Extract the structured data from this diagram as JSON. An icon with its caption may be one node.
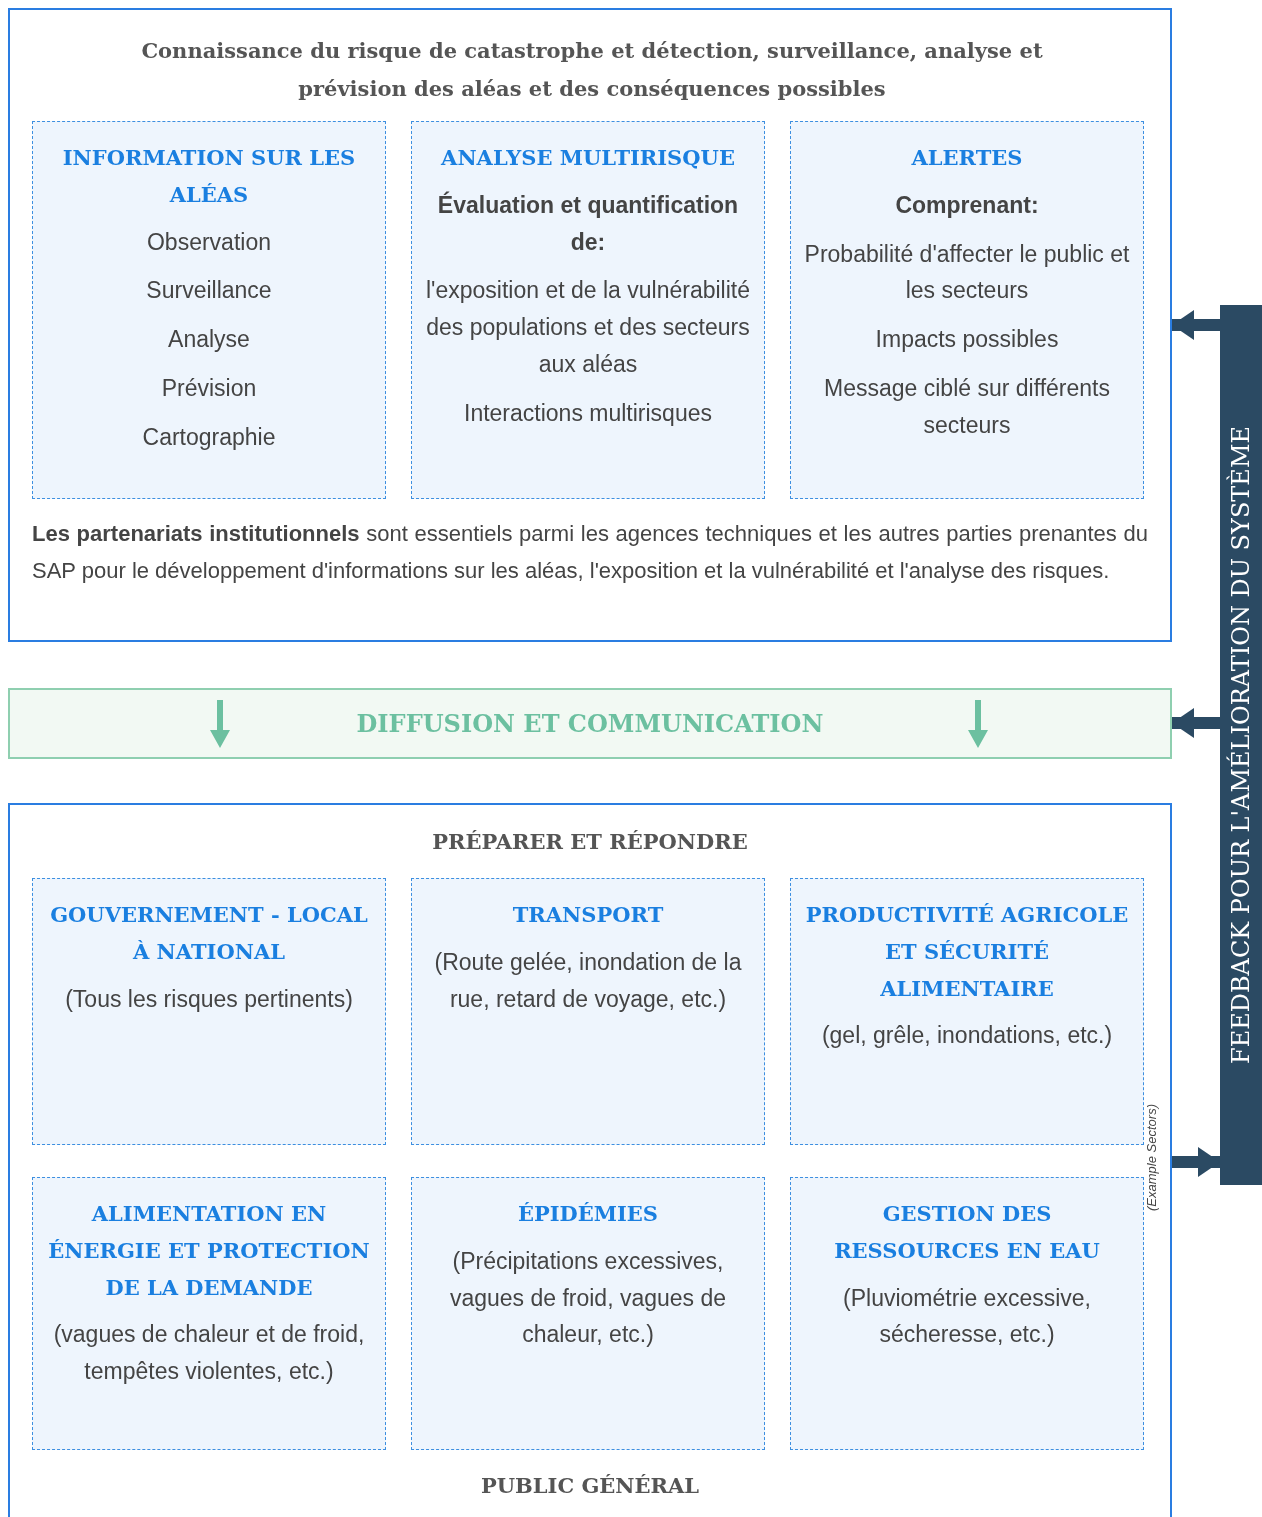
{
  "diagram": {
    "nodes": [
      {
        "text": [
          "Connaissance du risque de catastrophe et détection, surveillance, analyse et prévision des aléas et des conséquences possibles",
          "**Les partenariats institutionnels** sont essentiels parmi les agences techniques et les autres parties prenantes du SAP pour le développement d'informations sur les aléas, l'exposition et la vulnérabilité et l'analyse des risques."
        ]
      },
      {
        "text": [
          "INFORMATION SUR LES ALÉAS",
          "Observation",
          "Surveillance",
          "Analyse",
          "Prévision",
          "Cartographie"
        ],
        "in": 0
      },
      {
        "text": [
          "ANALYSE MULTIRISQUE",
          "Évaluation et quantification de:",
          "l'exposition et de la vulnérabilité des populations et des secteurs aux aléas",
          "Interactions multirisques"
        ],
        "in": 0
      },
      {
        "text": [
          "ALERTES",
          "Comprenant:",
          "Probabilité d'affecter le public et les secteurs",
          "Impacts possibles",
          "Message ciblé sur différents secteurs"
        ],
        "in": 0
      },
      {
        "text": [
          "DIFFUSION ET COMMUNICATION"
        ]
      },
      {
        "text": [
          "PRÉPARER ET RÉPONDRE",
          "PUBLIC GÉNÉRAL"
        ]
      },
      {
        "text": [
          "GOUVERNEMENT - LOCAL À NATIONAL",
          "(Tous les risques pertinents)"
        ],
        "in": 5
      },
      {
        "text": [
          "TRANSPORT",
          "(Route gelée, inondation de la rue, retard de voyage, etc.)"
        ],
        "in": 5
      },
      {
        "text": [
          "PRODUCTIVITÉ AGRICOLE ET SÉCURITÉ ALIMENTAIRE",
          "(gel, grêle, inondations, etc.)"
        ],
        "in": 5
      },
      {
        "text": [
          "ALIMENTATION EN ÉNERGIE ET PROTECTION DE LA DEMANDE",
          "(vagues de chaleur et de froid, tempêtes violentes, etc.)"
        ],
        "in": 5
      },
      {
        "text": [
          "ÉPIDÉMIES",
          "(Précipitations excessives, vagues de froid, vagues de chaleur, etc.)"
        ],
        "in": 5
      },
      {
        "text": [
          "GESTION DES RESSOURCES EN EAU",
          "(Pluviométrie excessive, sécheresse, etc.)"
        ],
        "in": 5
      },
      {
        "text": [
          "FEEDBACK POUR L'AMÉLIORATION DU SYSTÈME"
        ]
      }
    ],
    "edges": [
      {
        "from": 5,
        "to": 12,
        "arrow": "to"
      },
      {
        "from": 12,
        "to": 0,
        "arrow": "to"
      },
      {
        "from": 12,
        "to": 4,
        "arrow": "to"
      }
    ],
    "labels": [
      "(Example Sectors)"
    ]
  }
}
